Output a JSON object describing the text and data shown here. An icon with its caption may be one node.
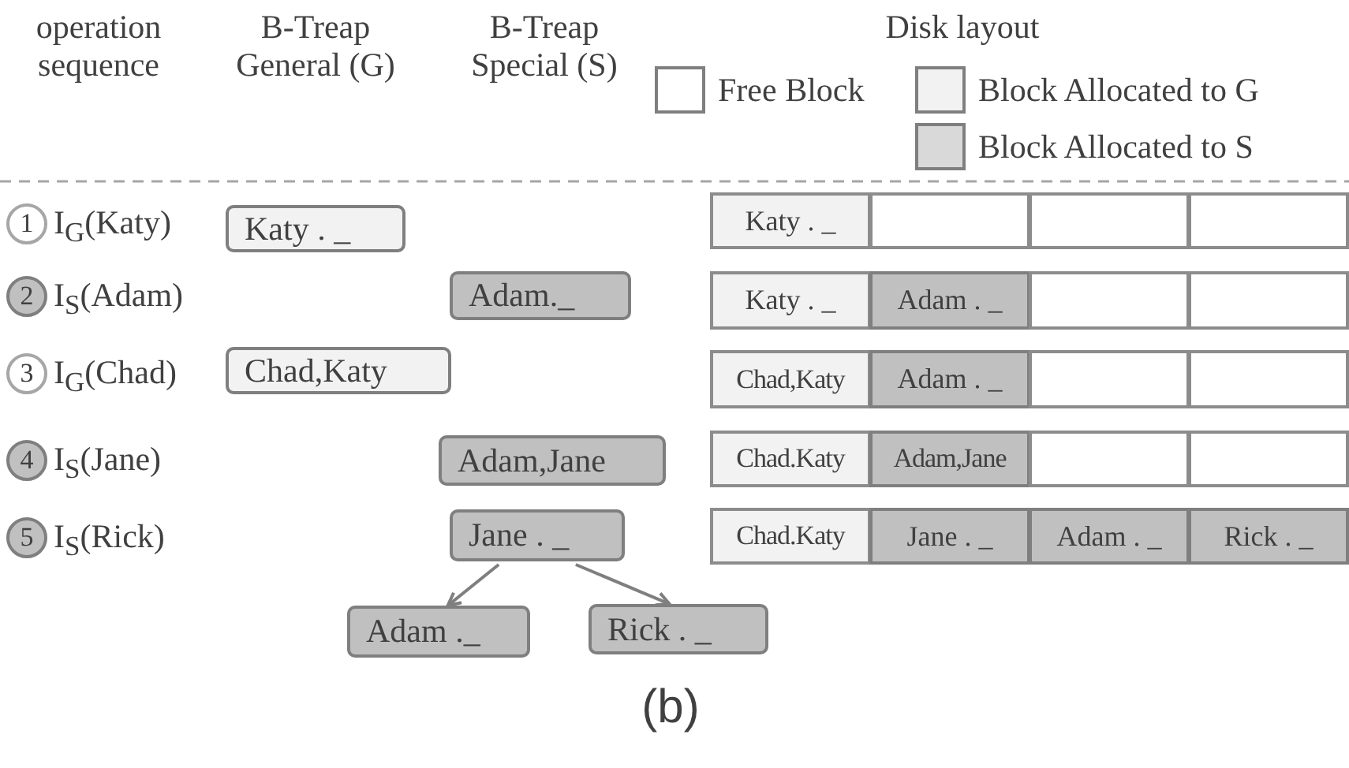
{
  "diagram": {
    "caption": "(b)",
    "nodes": [
      {
        "text": [
          "1"
        ]
      },
      {
        "text": [
          "Katy . _"
        ]
      },
      {
        "text": [
          "Katy . _"
        ]
      },
      {
        "text": [],
        "shape": "box"
      },
      {
        "text": [],
        "shape": "box"
      },
      {
        "text": [],
        "shape": "box"
      },
      {
        "text": [
          "2"
        ]
      },
      {
        "text": [
          "Adam._"
        ]
      },
      {
        "text": [
          "Katy . _"
        ]
      },
      {
        "text": [
          "Adam . _"
        ]
      },
      {
        "text": [],
        "shape": "box"
      },
      {
        "text": [],
        "shape": "box"
      },
      {
        "text": [
          "3"
        ]
      },
      {
        "text": [
          "Chad,Katy"
        ]
      },
      {
        "text": [
          "Chad,Katy"
        ]
      },
      {
        "text": [
          "Adam . _"
        ]
      },
      {
        "text": [],
        "shape": "box"
      },
      {
        "text": [],
        "shape": "box"
      },
      {
        "text": [
          "4"
        ]
      },
      {
        "text": [
          "Adam,Jane"
        ]
      },
      {
        "text": [
          "Chad.Katy"
        ]
      },
      {
        "text": [
          "Adam,Jane"
        ]
      },
      {
        "text": [],
        "shape": "box"
      },
      {
        "text": [],
        "shape": "box"
      },
      {
        "text": [
          "5"
        ]
      },
      {
        "text": [
          "Jane . _"
        ]
      },
      {
        "text": [
          "Chad.Katy"
        ]
      },
      {
        "text": [
          "Jane . _"
        ]
      },
      {
        "text": [
          "Adam . _"
        ]
      },
      {
        "text": [
          "Rick . _"
        ]
      },
      {
        "text": [
          "Adam ._"
        ]
      },
      {
        "text": [
          "Rick . _"
        ]
      }
    ],
    "edges": [
      {
        "from": 25,
        "to": 30,
        "arrow": "to"
      },
      {
        "from": 25,
        "to": 31,
        "arrow": "to"
      }
    ],
    "labels": [
      "operation sequence",
      "B-Treap General (G)",
      "B-Treap Special (S)",
      "Disk layout",
      "I$_{G}$(Katy)",
      "I$_{S}$(Adam)",
      "I$_{G}$(Chad)",
      "I$_{S}$(Jane)",
      "I$_{S}$(Rick)"
    ],
    "legend": [
      {
        "text": "Free Block",
        "color": "#ffffff"
      },
      {
        "text": "Block Allocated to G",
        "color": "#f2f2f2"
      },
      {
        "text": "Block Allocated to S",
        "color": "#d9d9d9"
      }
    ]
  }
}
